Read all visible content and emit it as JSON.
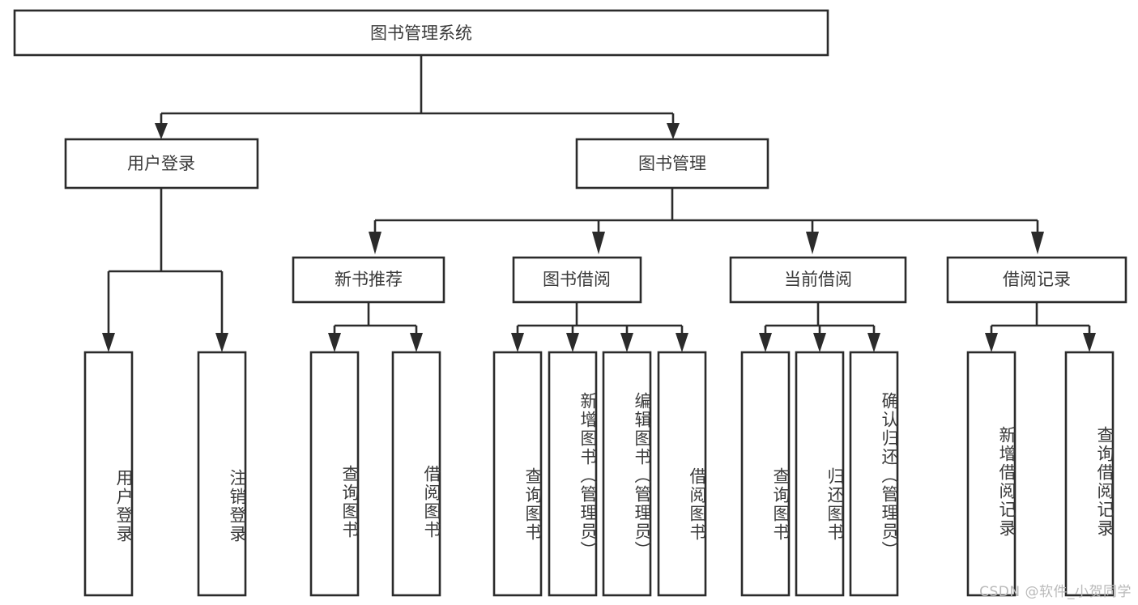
{
  "diagram": {
    "title": "图书管理系统",
    "type": "hierarchy-tree",
    "watermark": "CSDN @软件_小贺同学",
    "colors": {
      "stroke": "#2b2b2b",
      "box_fill": "#ffffff",
      "text": "#3a3a3a",
      "background": "#ffffff",
      "watermark": "#b9b9b9"
    },
    "root": {
      "label": "图书管理系统"
    },
    "level2": [
      {
        "label": "用户登录"
      },
      {
        "label": "图书管理"
      }
    ],
    "level3": [
      {
        "label": "新书推荐"
      },
      {
        "label": "图书借阅"
      },
      {
        "label": "当前借阅"
      },
      {
        "label": "借阅记录"
      }
    ],
    "leaves": {
      "user_login": [
        {
          "label": "用户登录"
        },
        {
          "label": "注销登录"
        }
      ],
      "new_book_recommend": [
        {
          "label": "查询图书"
        },
        {
          "label": "借阅图书"
        }
      ],
      "book_borrow": [
        {
          "label": "查询图书"
        },
        {
          "label": "新增图书（管理员）"
        },
        {
          "label": "编辑图书（管理员）"
        },
        {
          "label": "借阅图书"
        }
      ],
      "current_borrow": [
        {
          "label": "查询图书"
        },
        {
          "label": "归还图书"
        },
        {
          "label": "确认归还（管理员）"
        }
      ],
      "borrow_record": [
        {
          "label": "新增借阅记录"
        },
        {
          "label": "查询借阅记录"
        }
      ]
    }
  }
}
